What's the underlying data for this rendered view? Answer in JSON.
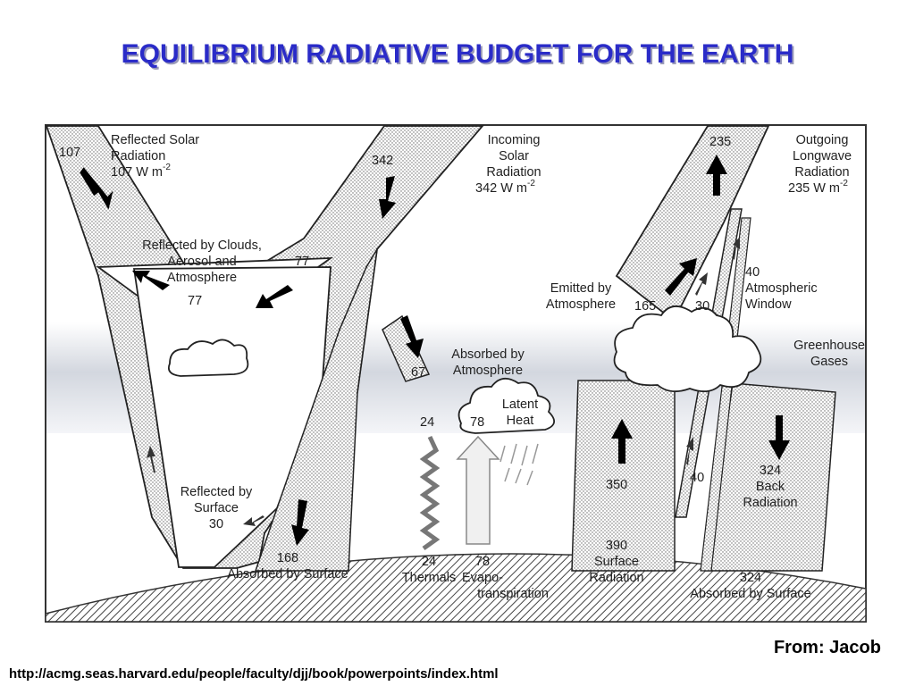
{
  "title": "EQUILIBRIUM RADIATIVE BUDGET FOR THE EARTH",
  "credit": "From: Jacob",
  "source_url": "http://acmg.seas.harvard.edu/people/faculty/djj/book/powerpoints/index.html",
  "labels": {
    "reflected_solar": [
      "Reflected Solar",
      "Radiation",
      "107 W m"
    ],
    "incoming_solar": [
      "Incoming",
      "Solar",
      "Radiation",
      "342 W m"
    ],
    "outgoing_longwave": [
      "Outgoing",
      "Longwave",
      "Radiation",
      "235 W m"
    ],
    "reflected_clouds": [
      "Reflected by Clouds,",
      "Aerosol and",
      "Atmosphere"
    ],
    "absorbed_atmosphere": [
      "Absorbed by",
      "Atmosphere"
    ],
    "emitted_atmosphere": [
      "Emitted by",
      "Atmosphere"
    ],
    "atmospheric_window": [
      "Atmospheric",
      "Window"
    ],
    "greenhouse_gases": [
      "Greenhouse",
      "Gases"
    ],
    "latent_heat": [
      "Latent",
      "Heat"
    ],
    "reflected_surface": [
      "Reflected by",
      "Surface"
    ],
    "absorbed_surface_left": "Absorbed by Surface",
    "absorbed_surface_right": "Absorbed by Surface",
    "thermals": "Thermals",
    "evapotranspiration": [
      "Evapo-",
      "transpiration"
    ],
    "surface_radiation": [
      "Surface",
      "Radiation"
    ],
    "back_radiation": [
      "Back",
      "Radiation"
    ],
    "exponent": "-2"
  },
  "values": {
    "reflected_solar": "107",
    "incoming_solar": "342",
    "outgoing_longwave": "235",
    "reflected_clouds_a": "77",
    "reflected_clouds_b": "77",
    "absorbed_atmosphere": "67",
    "emitted_atmosphere": "165",
    "atmospheric_window_top": "40",
    "atmospheric_window_mid": "30",
    "atmospheric_window_low": "40",
    "thermals_top": "24",
    "thermals_bottom": "24",
    "latent_heat": "78",
    "evapotranspiration": "78",
    "reflected_surface": "30",
    "absorbed_surface_left": "168",
    "surface_radiation_mid": "350",
    "surface_radiation": "390",
    "back_radiation": "324",
    "absorbed_surface_right": "324"
  }
}
